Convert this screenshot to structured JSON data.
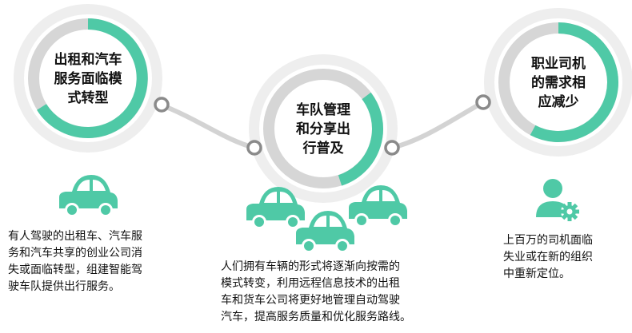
{
  "colors": {
    "accent": "#4fc9a6",
    "ring_gray": "#d6d6d6",
    "connector": "#d3d3d3",
    "node": "#8a8a8a"
  },
  "steps": [
    {
      "title": "出租和汽车\n服务面临模\n式转型",
      "caption": "有人驾驶的出租车、汽车服\n务和汽车共享的创业公司消\n失或面临转型，组建智能驾\n驶车队提供出行服务。",
      "icon": "car-icon"
    },
    {
      "title": "车队管理\n和分享出\n行普及",
      "caption": "人们拥有车辆的形式将逐渐向按需的\n模式转变，利用远程信息技术的出租\n车和货车公司将更好地管理自动驾驶\n汽车，提高服务质量和优化服务路线。",
      "icon": "car-fleet-icon"
    },
    {
      "title": "职业司机\n的需求相\n应减少",
      "caption": "上百万的司机面临\n失业或在新的组织\n中重新定位。",
      "icon": "person-gear-icon"
    }
  ]
}
